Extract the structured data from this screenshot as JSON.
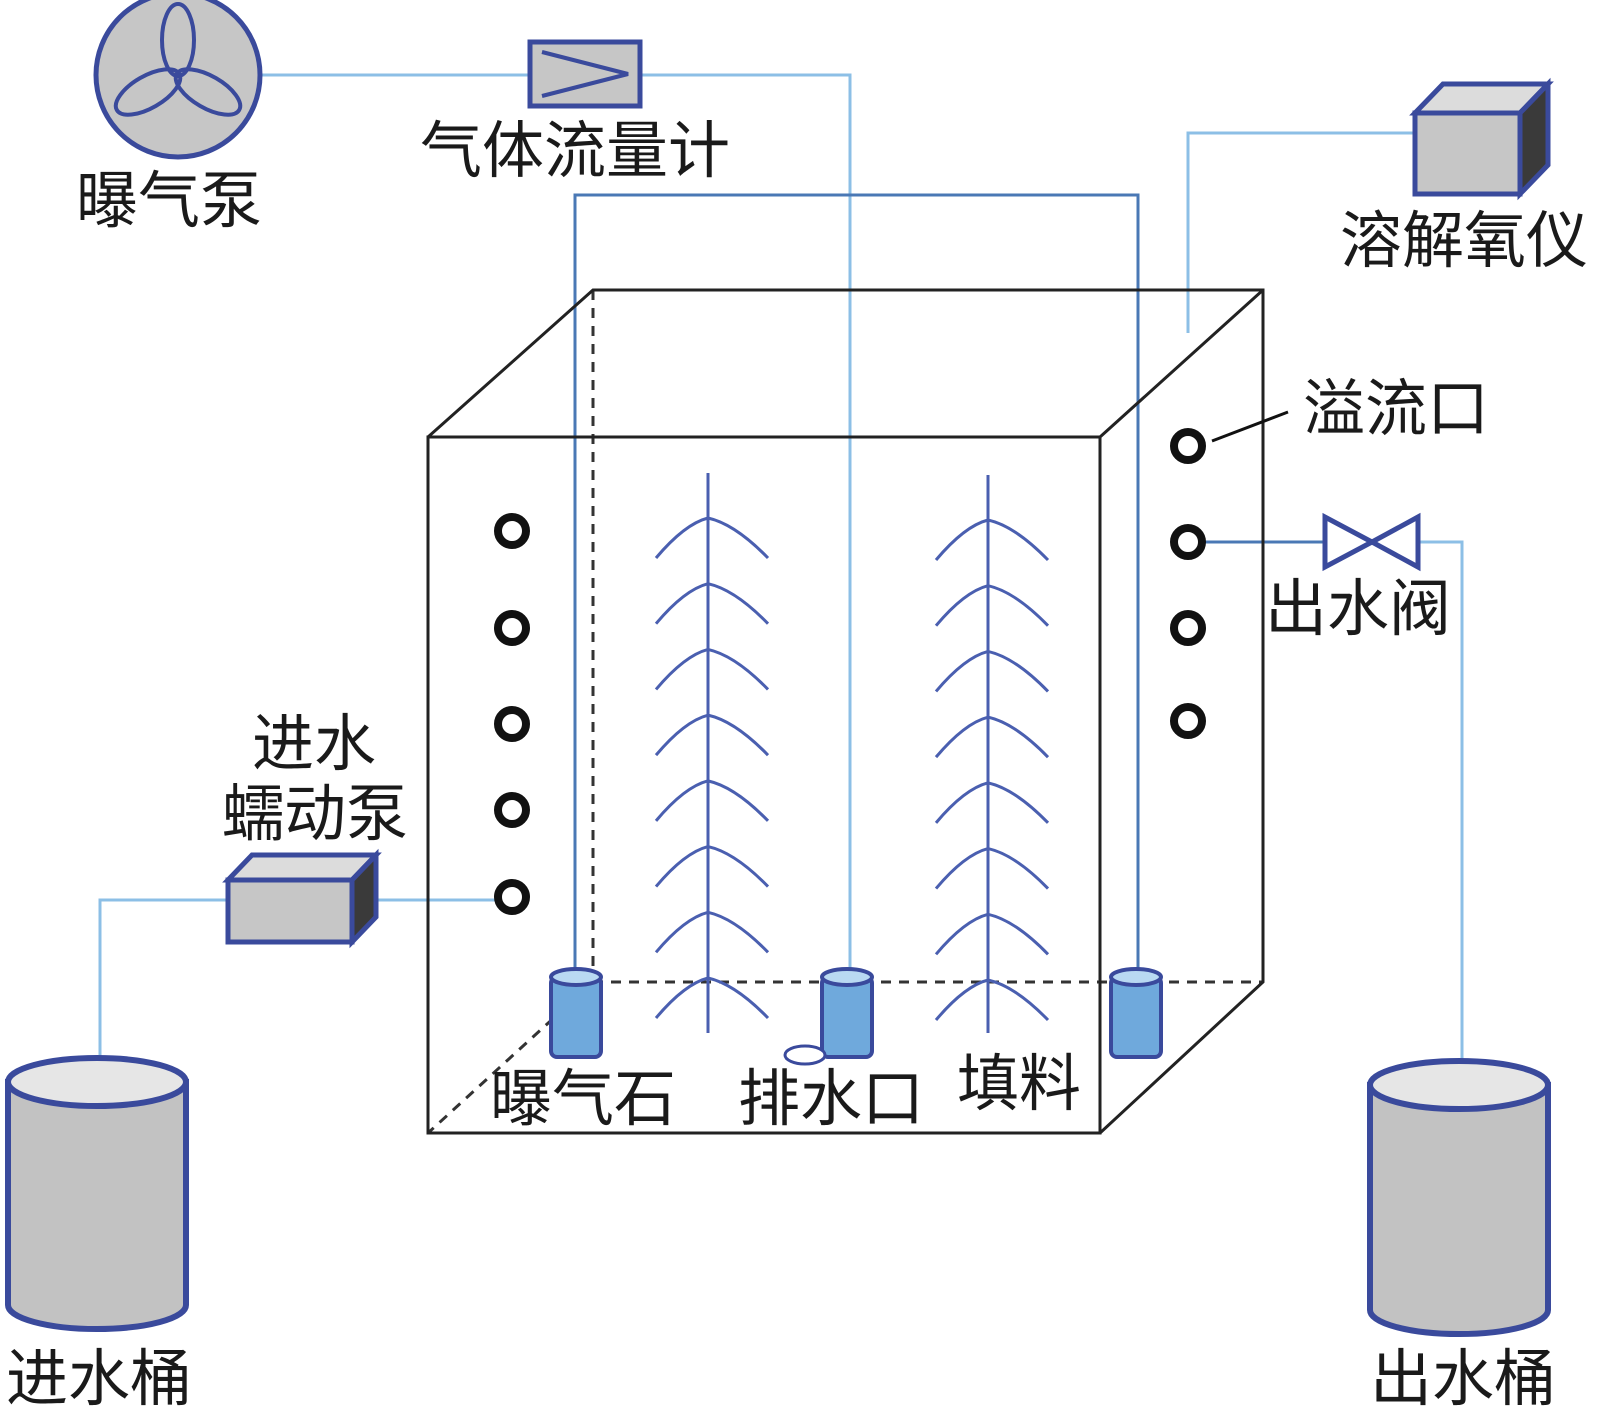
{
  "labels": {
    "aeration_pump": "曝气泵",
    "gas_flowmeter": "气体流量计",
    "do_meter": "溶解氧仪",
    "overflow_port": "溢流口",
    "outlet_valve": "出水阀",
    "inlet_peristaltic_pump_line1": "进水",
    "inlet_peristaltic_pump_line2": "蠕动泵",
    "aeration_stone": "曝气石",
    "drain_port": "排水口",
    "packing": "填料",
    "inlet_bucket": "进水桶",
    "outlet_bucket": "出水桶"
  },
  "colors": {
    "pipe": "#8cbfe6",
    "equipment_fill": "#c6c6c6",
    "equipment_outline": "#3a4a9c",
    "stone_fill": "#6fa9dc"
  },
  "icons": {
    "aeration_pump": "fan-icon",
    "gas_flowmeter": "flowmeter-icon",
    "outlet_valve": "valve-icon"
  },
  "counts": {
    "left_wall_ports": 5,
    "right_wall_ports": 4,
    "packing_columns": 2,
    "fronds_per_packing_column": 8
  }
}
